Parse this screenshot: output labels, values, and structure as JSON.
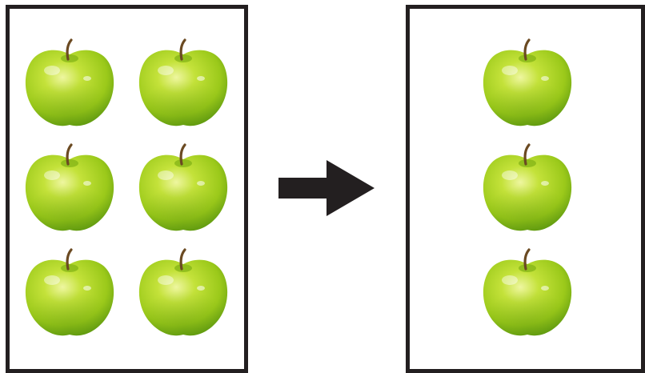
{
  "colors": {
    "frame": "#231f20",
    "arrow": "#231f20",
    "apple_light": "#e4f27a",
    "apple_mid": "#a6d21c",
    "apple_dark": "#5f9a10",
    "stem": "#6b4a22"
  },
  "icons": {
    "apple": "green-apple-icon",
    "arrow": "right-arrow-icon"
  },
  "diagram": {
    "left_panel": {
      "apple_count": 6,
      "rows": 3,
      "columns": 2
    },
    "right_panel": {
      "apple_count": 3,
      "rows": 3,
      "columns": 1
    }
  }
}
